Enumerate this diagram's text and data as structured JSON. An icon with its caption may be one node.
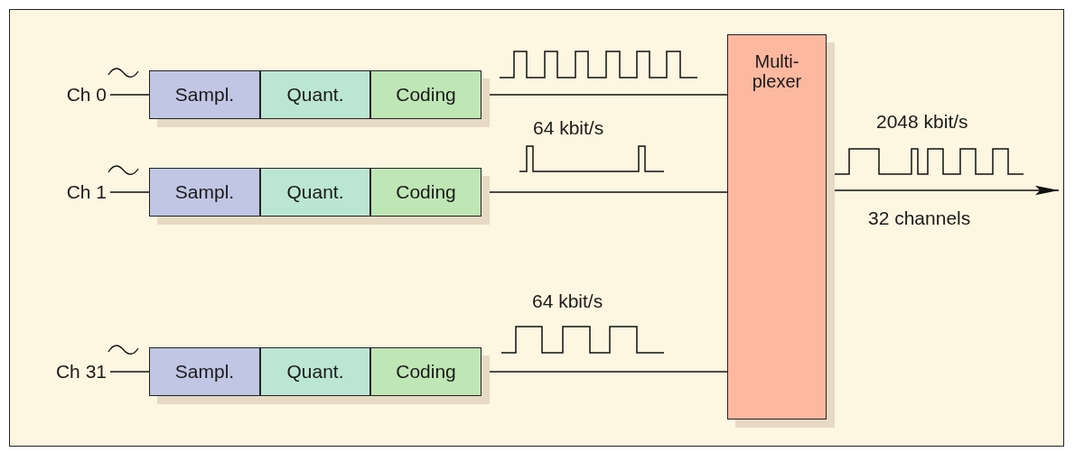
{
  "diagram": {
    "nodes": [
      {
        "text": [
          "Ch 0"
        ]
      },
      {
        "text": [
          "Sampl."
        ]
      },
      {
        "text": [
          "Quant."
        ]
      },
      {
        "text": [
          "Coding"
        ]
      },
      {
        "text": [
          "Multi- plexer"
        ]
      },
      {
        "text": [
          "Ch 1"
        ]
      },
      {
        "text": [
          "Sampl."
        ]
      },
      {
        "text": [
          "Quant."
        ]
      },
      {
        "text": [
          "Coding"
        ]
      },
      {
        "text": [
          "Ch 31"
        ]
      },
      {
        "text": [
          "Sampl."
        ]
      },
      {
        "text": [
          "Quant."
        ]
      },
      {
        "text": [
          "Coding"
        ]
      }
    ],
    "edges": [
      {
        "from": 0,
        "to": 1,
        "arrow": "none"
      },
      {
        "from": 3,
        "to": 4,
        "arrow": "none"
      },
      {
        "from": 5,
        "to": 6,
        "arrow": "none"
      },
      {
        "from": 8,
        "to": 4,
        "arrow": "none"
      },
      {
        "from": 9,
        "to": 10,
        "arrow": "none"
      },
      {
        "from": 12,
        "to": 4,
        "arrow": "none"
      },
      {
        "from": 4,
        "to": null,
        "arrow": "to"
      }
    ],
    "labels": [
      "2048 kbit/s",
      "64 kbit/s",
      "32 channels",
      "64 kbit/s"
    ]
  }
}
